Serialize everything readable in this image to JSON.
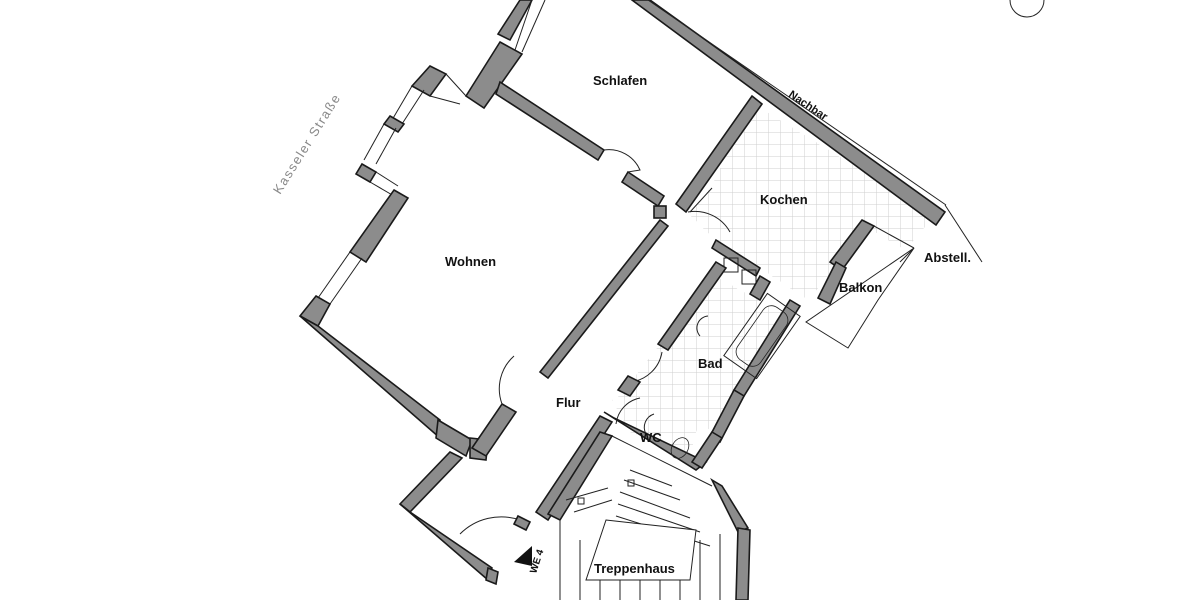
{
  "plan": {
    "street": "Kasseler Straße",
    "neighbor": "Nachbar",
    "unit_marker": "WE 4",
    "rooms": {
      "schlafen": "Schlafen",
      "kochen": "Kochen",
      "abstell": "Abstell.",
      "balkon": "Balkon",
      "wohnen": "Wohnen",
      "bad": "Bad",
      "flur": "Flur",
      "wc": "WC",
      "treppenhaus": "Treppenhaus"
    }
  }
}
